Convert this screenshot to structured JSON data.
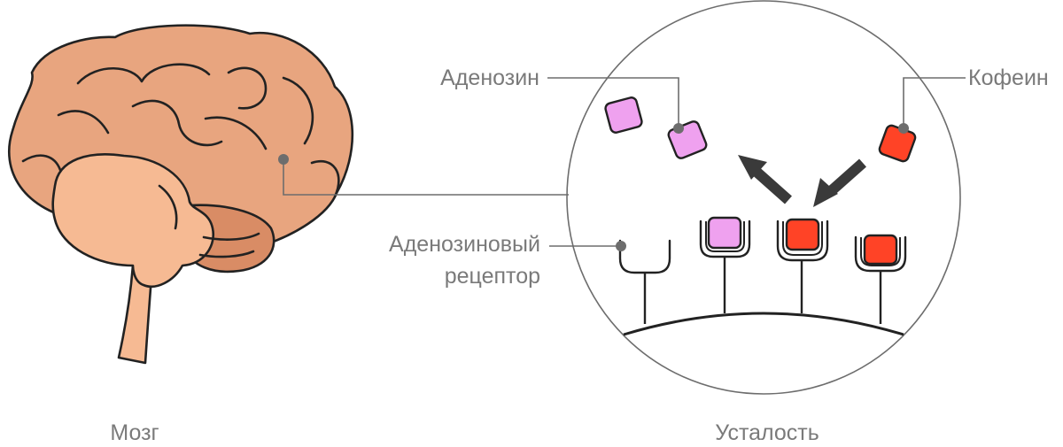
{
  "labels": {
    "adenosine": "Аденозин",
    "caffeine": "Кофеин",
    "receptor_line1": "Аденозиновый",
    "receptor_line2": "рецептор",
    "brain": "Мозг",
    "fatigue": "Усталость"
  },
  "colors": {
    "brain_outer": "#E8A57F",
    "brain_inner": "#F6BA93",
    "cerebellum": "#D98C65",
    "adenosine": "#EFA1EF",
    "caffeine": "#FF4326",
    "arrow": "#3A3A3A"
  }
}
